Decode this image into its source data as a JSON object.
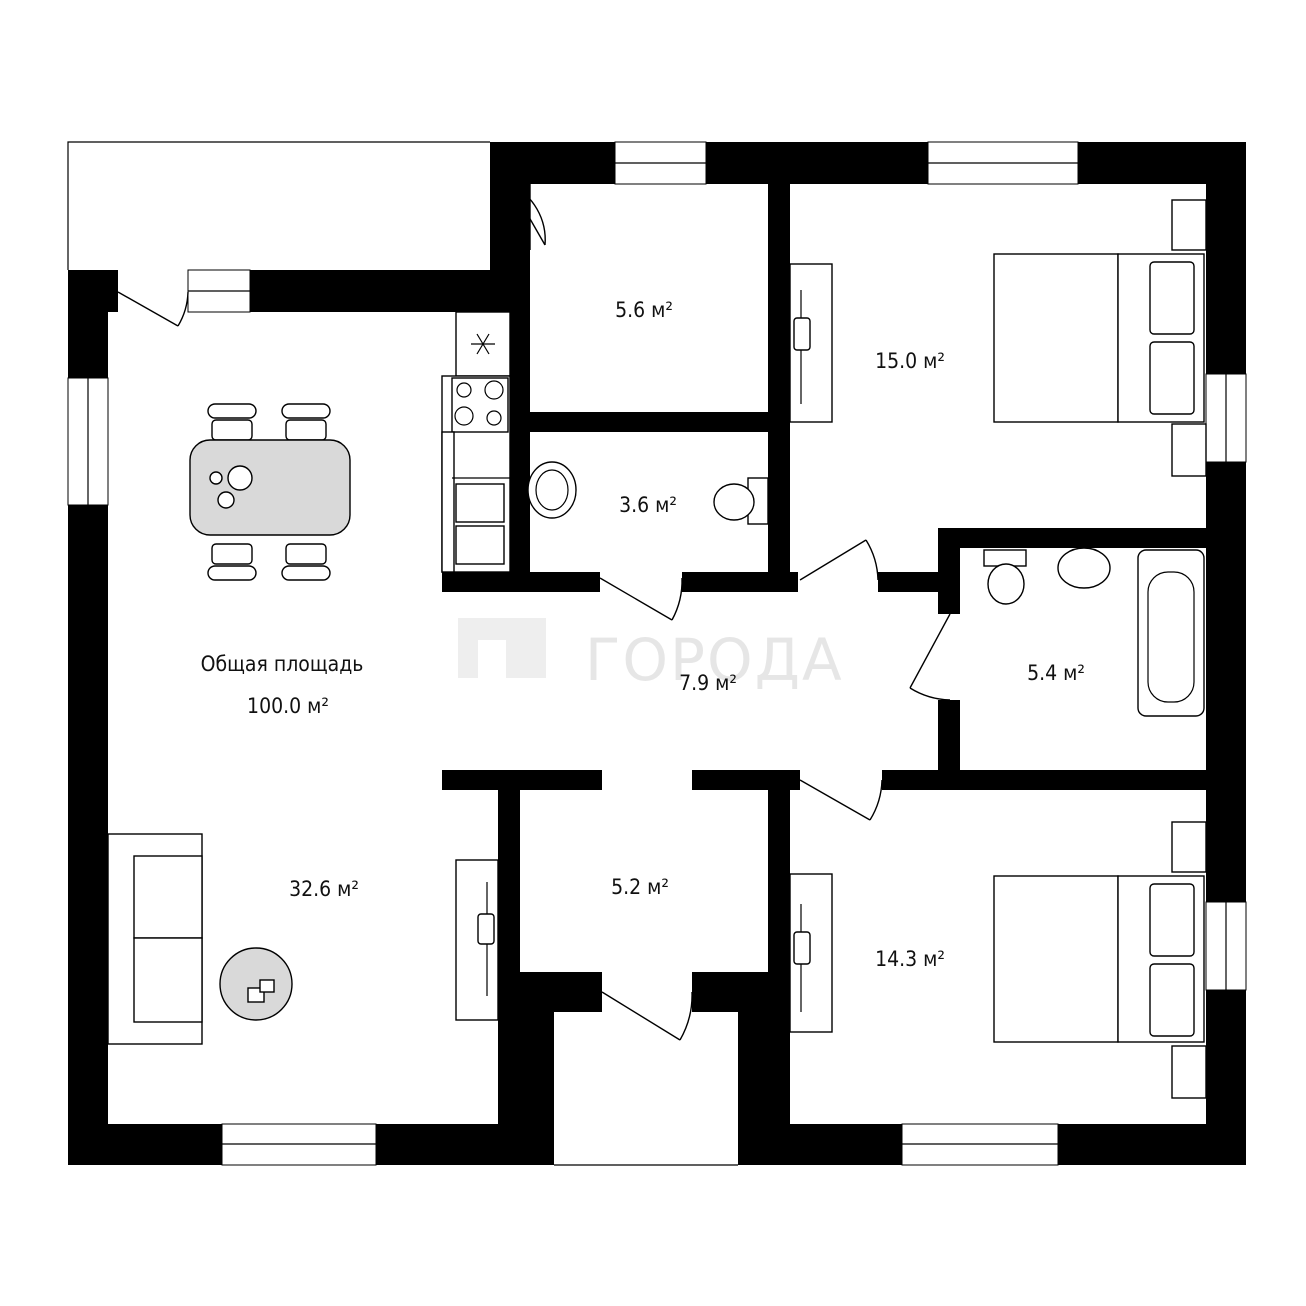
{
  "plan": {
    "total_label": "Общая площадь",
    "total_area": "100.0 м²"
  },
  "rooms": [
    {
      "key": "living",
      "area": "32.6 м²"
    },
    {
      "key": "storage_top",
      "area": "5.6 м²"
    },
    {
      "key": "bedroom_top",
      "area": "15.0 м²"
    },
    {
      "key": "wc",
      "area": "3.6 м²"
    },
    {
      "key": "corridor",
      "area": "7.9 м²"
    },
    {
      "key": "bathroom",
      "area": "5.4 м²"
    },
    {
      "key": "hall",
      "area": "5.2 м²"
    },
    {
      "key": "bedroom_bottom",
      "area": "14.3 м²"
    }
  ],
  "watermark": {
    "text": "ГОРОДА"
  }
}
